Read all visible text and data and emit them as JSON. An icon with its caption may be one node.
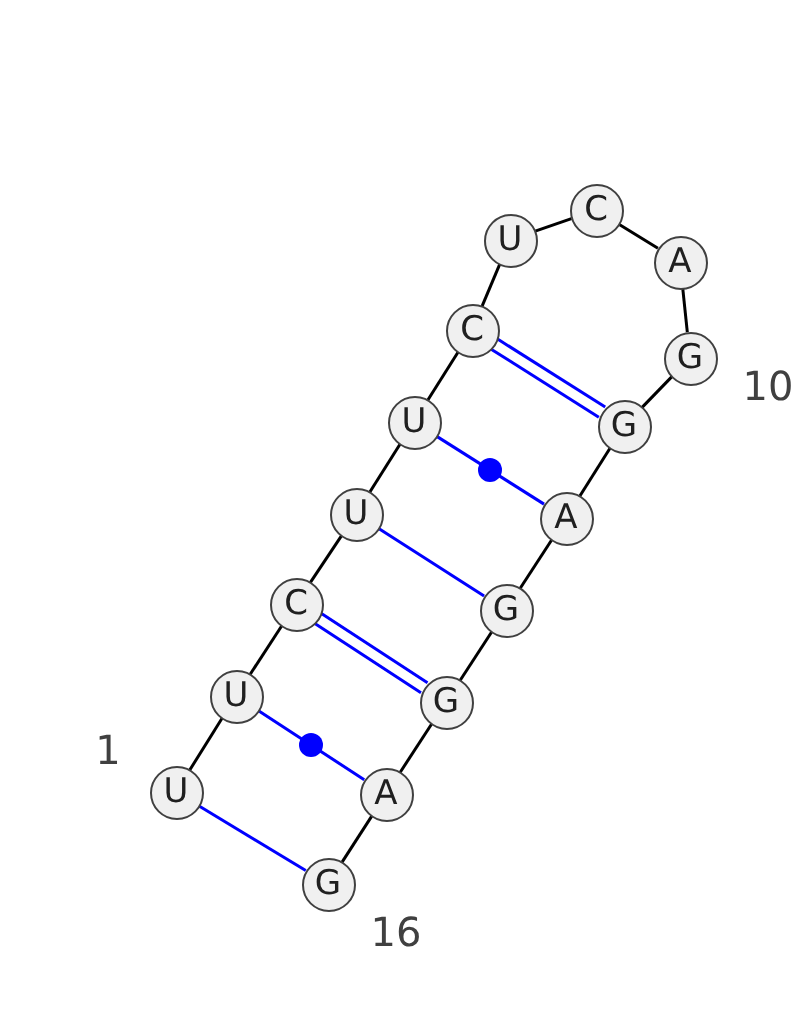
{
  "diagram": {
    "nodes": [
      {
        "text": [
          "U"
        ],
        "beside": [
          "1"
        ]
      },
      {
        "text": [
          "U"
        ]
      },
      {
        "text": [
          "C"
        ]
      },
      {
        "text": [
          "U"
        ]
      },
      {
        "text": [
          "U"
        ]
      },
      {
        "text": [
          "C"
        ]
      },
      {
        "text": [
          "U"
        ]
      },
      {
        "text": [
          "C"
        ]
      },
      {
        "text": [
          "A"
        ]
      },
      {
        "text": [
          "G"
        ],
        "beside": [
          "10"
        ]
      },
      {
        "text": [
          "G"
        ]
      },
      {
        "text": [
          "A"
        ]
      },
      {
        "text": [
          "G"
        ]
      },
      {
        "text": [
          "G"
        ]
      },
      {
        "text": [
          "A"
        ]
      },
      {
        "text": [
          "G"
        ],
        "beside": [
          "16"
        ]
      }
    ],
    "edges": [
      {
        "from": 0,
        "to": 1,
        "arrow": "none"
      },
      {
        "from": 1,
        "to": 2,
        "arrow": "none"
      },
      {
        "from": 2,
        "to": 3,
        "arrow": "none"
      },
      {
        "from": 3,
        "to": 4,
        "arrow": "none"
      },
      {
        "from": 4,
        "to": 5,
        "arrow": "none"
      },
      {
        "from": 5,
        "to": 6,
        "arrow": "none"
      },
      {
        "from": 6,
        "to": 7,
        "arrow": "none"
      },
      {
        "from": 7,
        "to": 8,
        "arrow": "none"
      },
      {
        "from": 8,
        "to": 9,
        "arrow": "none"
      },
      {
        "from": 9,
        "to": 10,
        "arrow": "none"
      },
      {
        "from": 10,
        "to": 11,
        "arrow": "none"
      },
      {
        "from": 11,
        "to": 12,
        "arrow": "none"
      },
      {
        "from": 12,
        "to": 13,
        "arrow": "none"
      },
      {
        "from": 13,
        "to": 14,
        "arrow": "none"
      },
      {
        "from": 14,
        "to": 15,
        "arrow": "none"
      },
      {
        "from": 0,
        "to": 15,
        "arrow": "none",
        "color": "#0000ff"
      },
      {
        "from": 1,
        "to": 14,
        "arrow": "none",
        "color": "#0000ff"
      },
      {
        "from": 2,
        "to": 13,
        "arrow": "none",
        "color": "#0000ff"
      },
      {
        "from": 3,
        "to": 12,
        "arrow": "none",
        "color": "#0000ff"
      },
      {
        "from": 4,
        "to": 11,
        "arrow": "none",
        "color": "#0000ff"
      },
      {
        "from": 5,
        "to": 10,
        "arrow": "none",
        "color": "#0000ff"
      }
    ]
  }
}
